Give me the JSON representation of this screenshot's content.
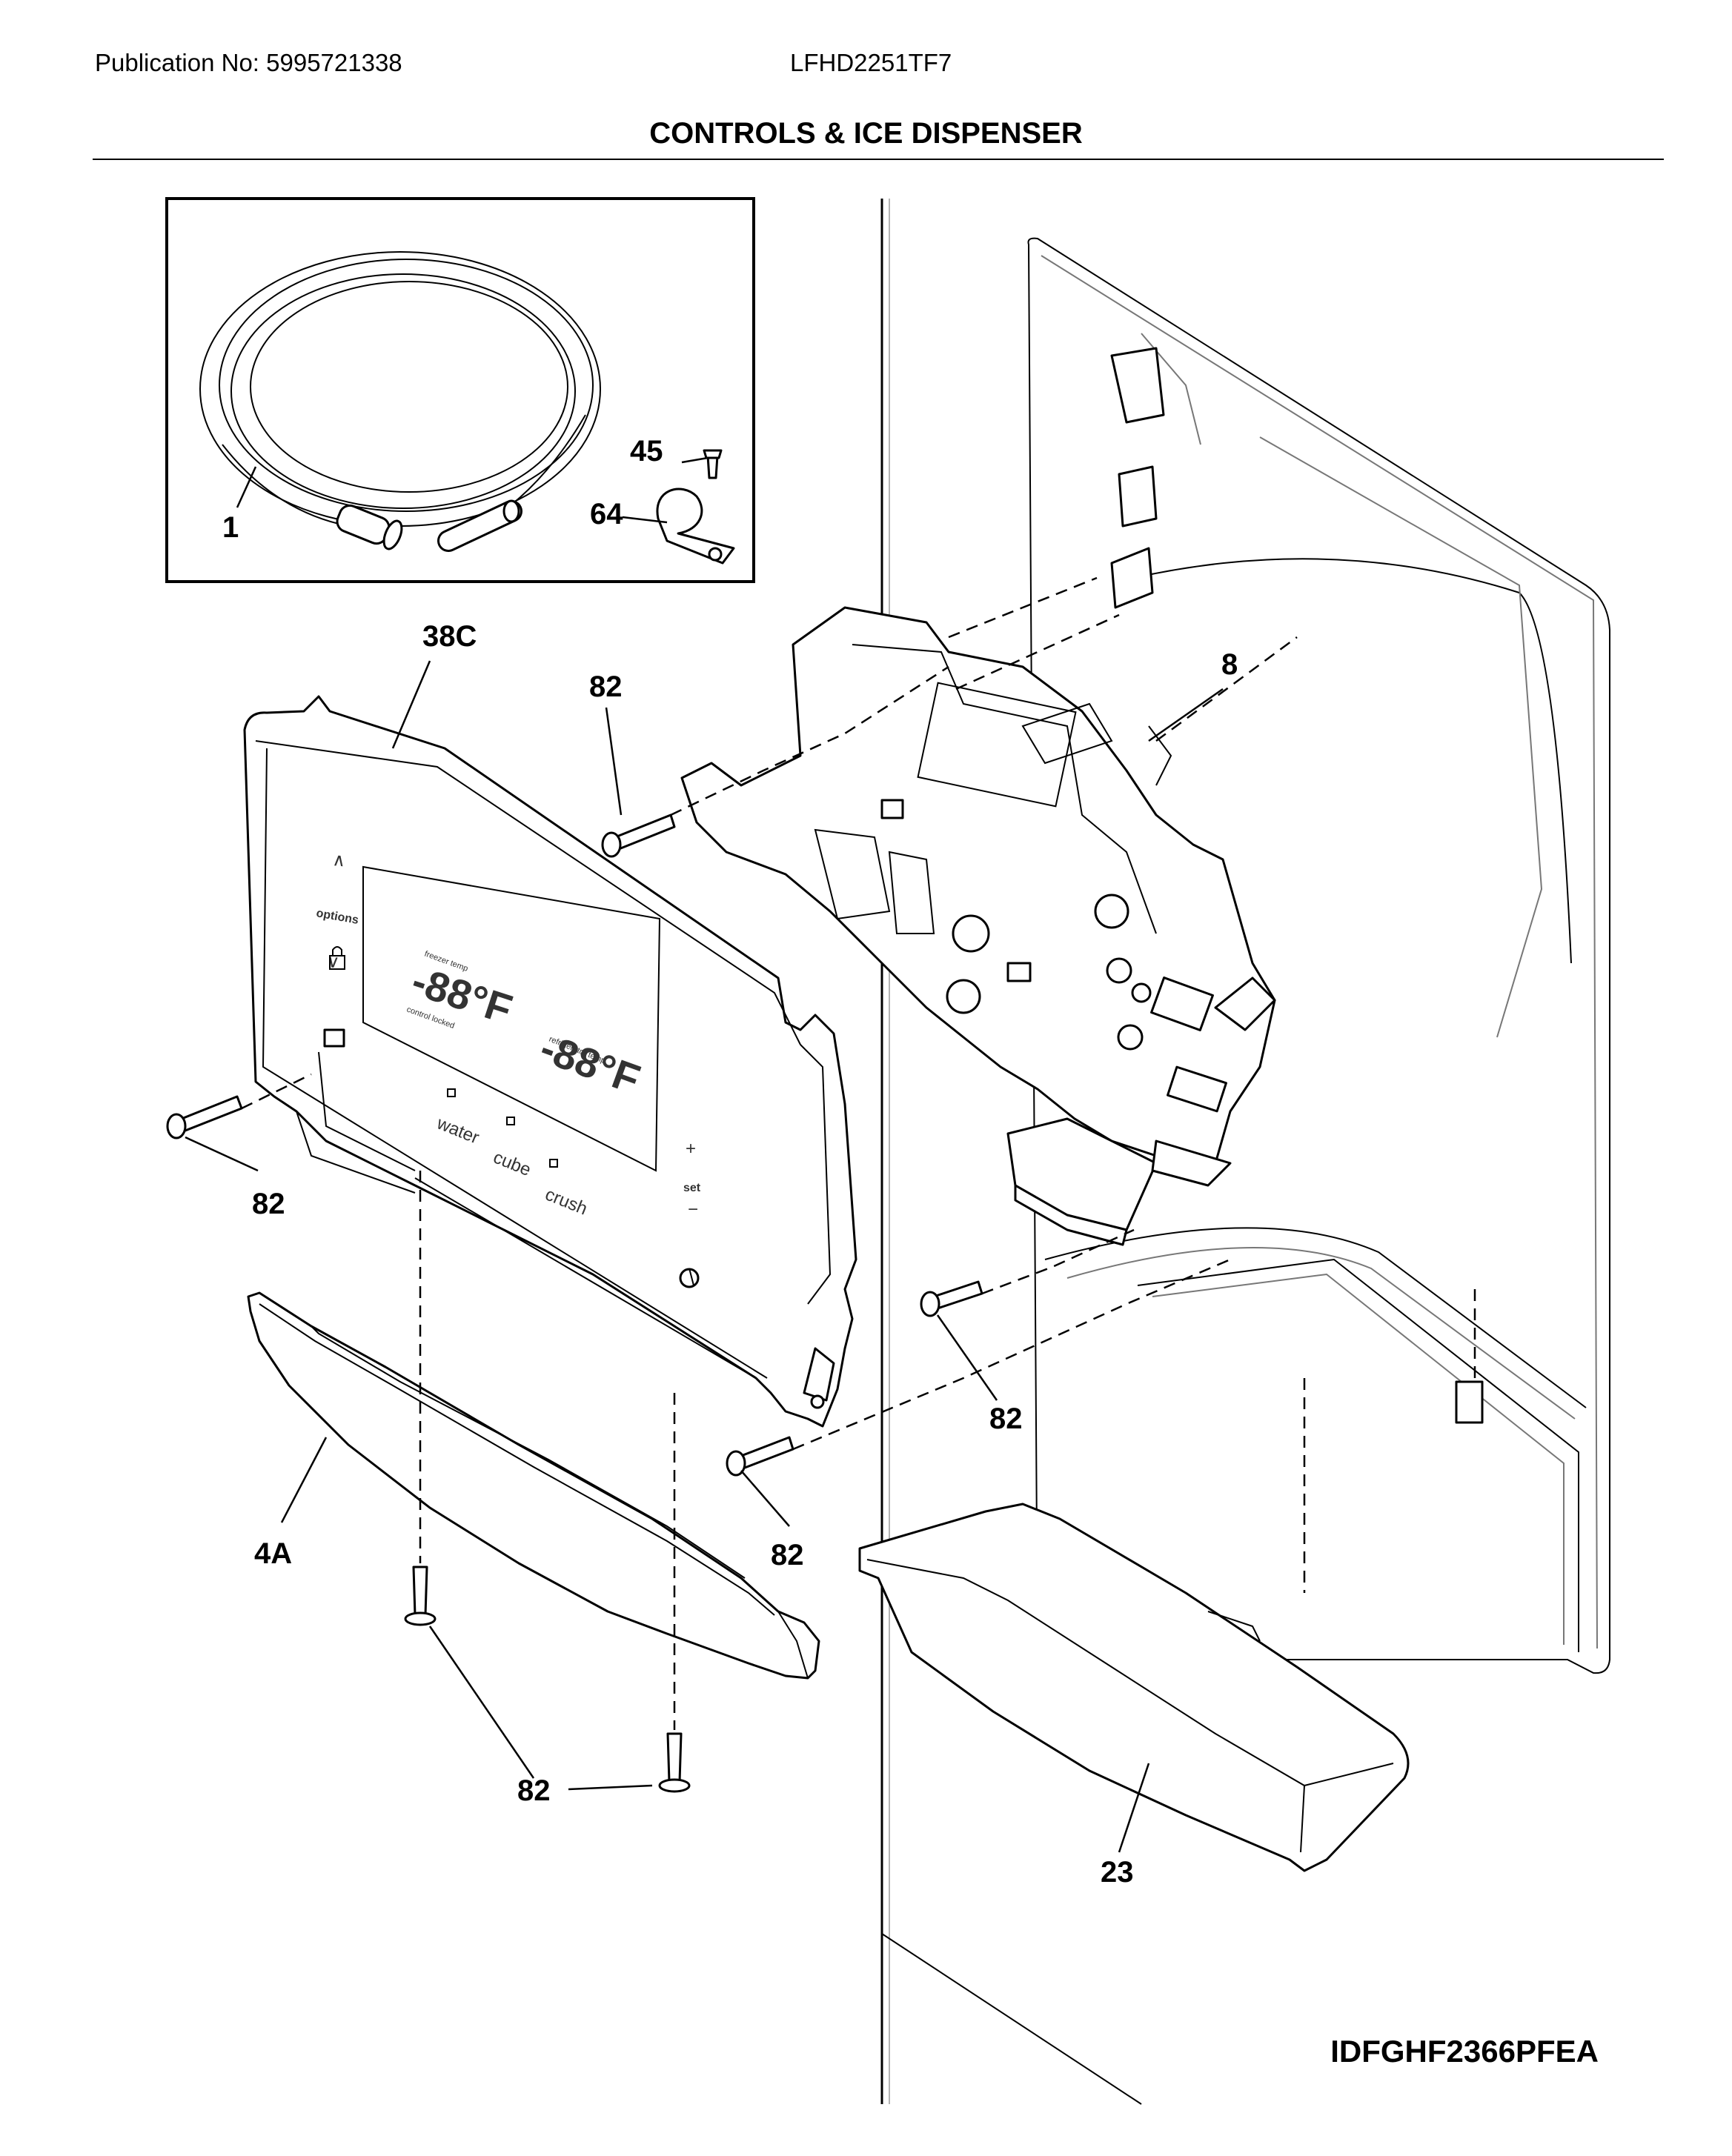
{
  "header": {
    "publication": "Publication No: 5995721338",
    "model": "LFHD2251TF7",
    "title": "CONTROLS & ICE DISPENSER"
  },
  "footer": {
    "diagram_id": "IDFGHF2366PFEA"
  },
  "callouts": {
    "c1": "1",
    "c45": "45",
    "c64": "64",
    "c38C": "38C",
    "c82_top": "82",
    "c8": "8",
    "c82_left": "82",
    "c82_right": "82",
    "c82_mid": "82",
    "c4A": "4A",
    "c82_bottom": "82",
    "c23": "23"
  },
  "control_panel": {
    "up": "∧",
    "options": "options",
    "down": "∨",
    "water": "water",
    "cube": "cube",
    "crush": "crush",
    "plus": "+",
    "set": "set",
    "minus": "−",
    "freezer_temp": "freezer temp",
    "refrigerator_temp": "refrigerator temp",
    "display_left": "-88°F",
    "display_right": "-88°F",
    "control_locked": "control locked"
  }
}
